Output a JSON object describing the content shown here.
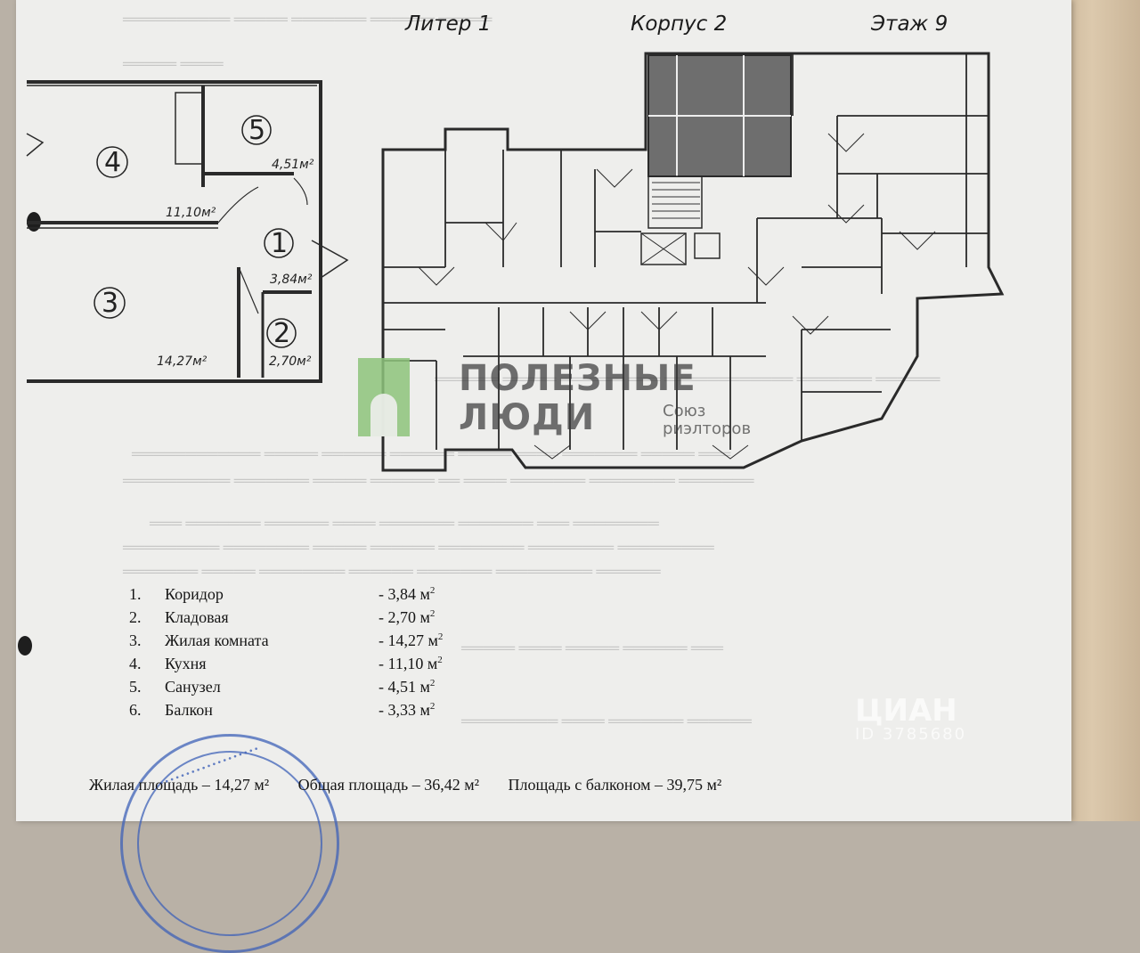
{
  "header": {
    "liter": "Литер 1",
    "korpus": "Корпус 2",
    "etazh": "Этаж 9"
  },
  "unit_plan": {
    "rooms": [
      {
        "num": "1",
        "area": "3,84м²"
      },
      {
        "num": "2",
        "area": "2,70м²"
      },
      {
        "num": "3",
        "area": "14,27м²"
      },
      {
        "num": "4",
        "area": "11,10м²"
      },
      {
        "num": "5",
        "area": "4,51м²"
      }
    ]
  },
  "room_list": [
    {
      "num": "1.",
      "name": "Коридор",
      "area": "- 3,84 м",
      "unit_sup": "2"
    },
    {
      "num": "2.",
      "name": "Кладовая",
      "area": "- 2,70 м",
      "unit_sup": "2"
    },
    {
      "num": "3.",
      "name": "Жилая комната",
      "area": "- 14,27 м",
      "unit_sup": "2"
    },
    {
      "num": "4.",
      "name": "Кухня",
      "area": "- 11,10 м",
      "unit_sup": "2"
    },
    {
      "num": "5.",
      "name": "Санузел",
      "area": "- 4,51 м",
      "unit_sup": "2"
    },
    {
      "num": "6.",
      "name": "Балкон",
      "area": "- 3,33 м",
      "unit_sup": "2"
    }
  ],
  "totals": {
    "living": "Жилая площадь – 14,27 м²",
    "total": "Общая площадь – 36,42 м²",
    "with_balcony": "Площадь с балконом – 39,75 м²"
  },
  "watermark": {
    "line1": "ПОЛЕЗНЫЕ",
    "line2": "ЛЮДИ",
    "line3": "Союз риэлторов",
    "brand_color": "#8dc37b"
  },
  "cian": {
    "logo": "ЦИАН",
    "id": "ID 3785680"
  },
  "colors": {
    "paper": "#eeeeec",
    "ink": "#1b1b1b",
    "stamp": "#3f62b8",
    "shaded_unit": "#6e6e6e"
  }
}
